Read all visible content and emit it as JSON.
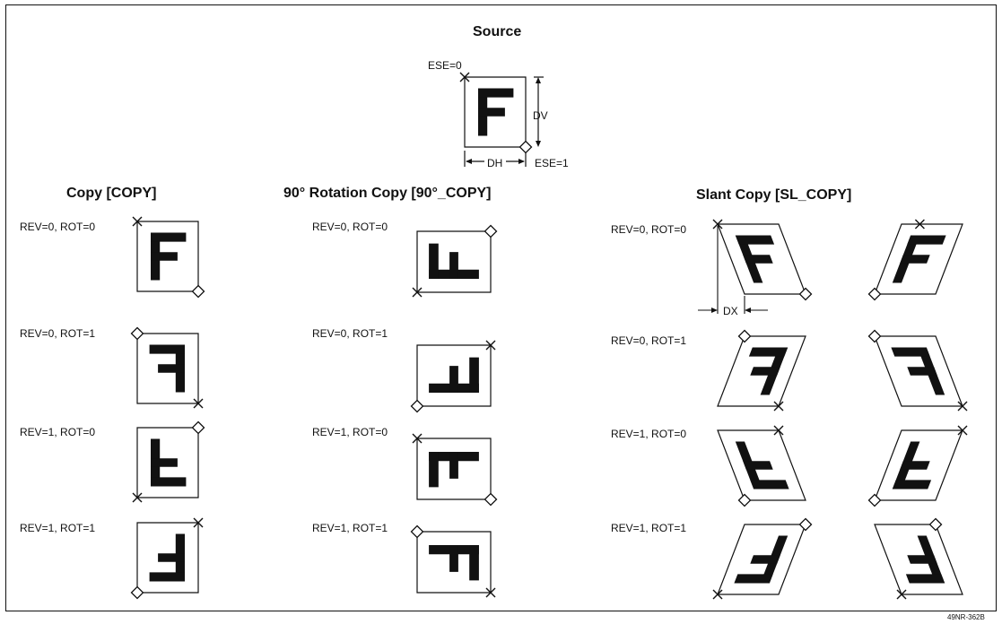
{
  "source": {
    "title": "Source",
    "ese0": "ESE=0",
    "ese1": "ESE=1",
    "dh": "DH",
    "dv": "DV"
  },
  "sections": {
    "copy": "Copy [COPY]",
    "rotation": "90° Rotation Copy [90°_COPY]",
    "slant": "Slant Copy [SL_COPY]"
  },
  "rows": [
    "REV=0, ROT=0",
    "REV=0, ROT=1",
    "REV=1, ROT=0",
    "REV=1, ROT=1"
  ],
  "dx_label": "DX",
  "figure_id": "49NR-362B"
}
